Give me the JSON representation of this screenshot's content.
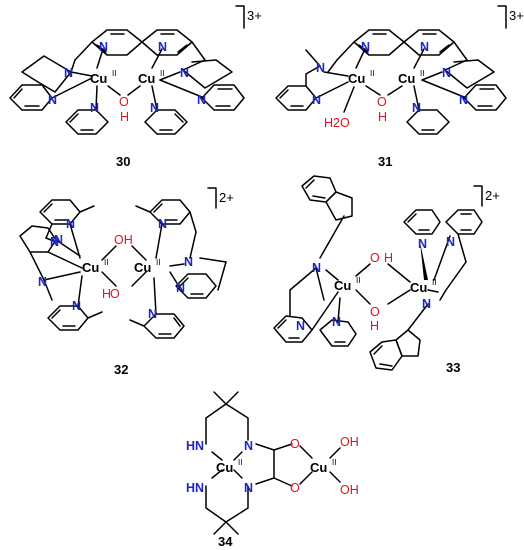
{
  "structures": [
    {
      "id": "30",
      "label": "30",
      "charge": "3+"
    },
    {
      "id": "31",
      "label": "31",
      "charge": "3+"
    },
    {
      "id": "32",
      "label": "32",
      "charge": "2+"
    },
    {
      "id": "33",
      "label": "33",
      "charge": "2+"
    },
    {
      "id": "34",
      "label": "34",
      "charge": ""
    }
  ],
  "atoms": {
    "cu": "Cu",
    "ox": "II",
    "n": "N",
    "o": "O",
    "oh": "OH",
    "h": "H",
    "h2o": "H2O",
    "hn": "HN"
  },
  "colors": {
    "nitrogen": "#1d24c8",
    "oxygen": "#e0141e",
    "bond": "#000000"
  }
}
